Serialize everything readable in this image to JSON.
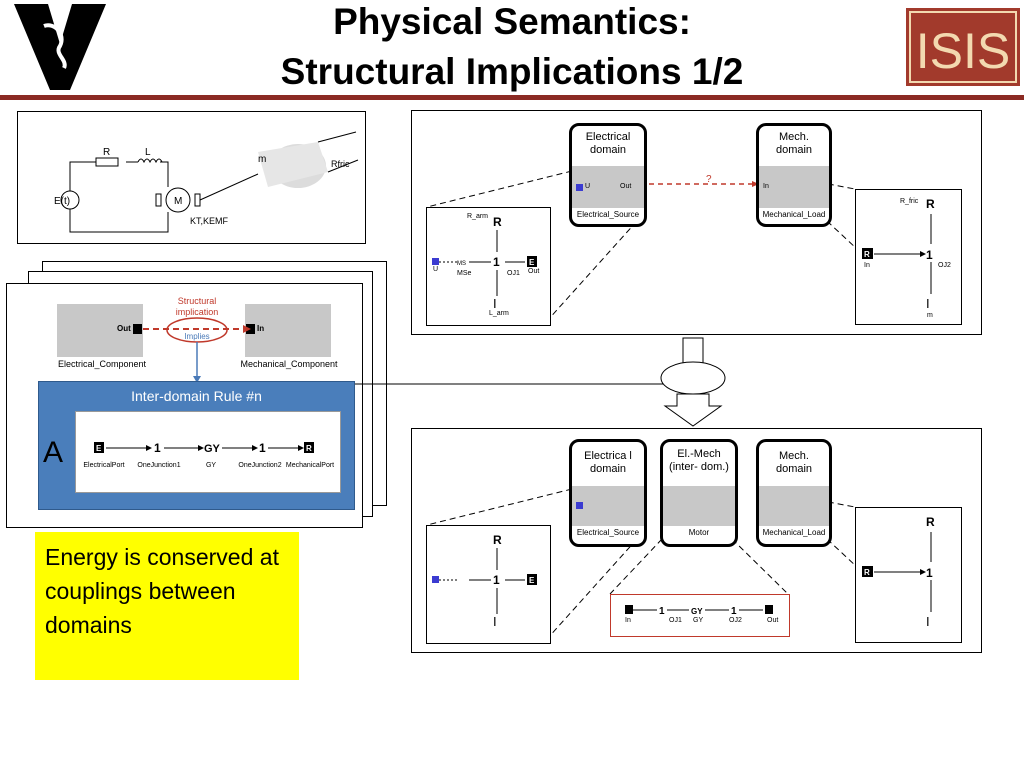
{
  "slide": {
    "title_line1": "Physical Semantics:",
    "title_line2": "Structural Implications 1/2",
    "logo_right_text": "ISIS"
  },
  "circuit": {
    "source_label": "E(t)",
    "r_label": "R",
    "l_label": "L",
    "motor_label": "M",
    "k_label": "KT,KEMF",
    "mass_label": "m",
    "rfric_label": "Rfric"
  },
  "rule_card": {
    "left_port": "Out",
    "right_port": "In",
    "implication_label_1": "Structural",
    "implication_label_2": "implication",
    "implies_label": "Implies",
    "left_component": "Electrical_Component",
    "right_component": "Mechanical_Component",
    "rule_title": "Inter-domain  Rule  #n",
    "rule_letter": "A",
    "chain": [
      "ElectricalPort",
      "OneJunction1",
      "GY",
      "OneJunction2",
      "MechanicalPort"
    ]
  },
  "top_panel": {
    "elec_domain": "Electrical domain",
    "mech_domain": "Mech. domain",
    "question": "?",
    "elec_source": "Electrical_Source",
    "mech_load": "Mechanical_Load",
    "port_u": "U",
    "port_out": "Out",
    "port_in": "In"
  },
  "bottom_panel": {
    "elec_domain": "Electrica l domain",
    "elmech_domain": "El.-Mech (inter- dom.)",
    "mech_domain": "Mech. domain",
    "elec_source": "Electrical_Source",
    "motor": "Motor",
    "mech_load": "Mechanical_Load",
    "chain": [
      "In",
      "OJ1",
      "GY",
      "OJ2",
      "Out"
    ]
  },
  "elec_detail": {
    "r_arm": "R_arm",
    "l_arm": "L_arm",
    "mse": "MSe",
    "oj1": "OJ1",
    "out": "Out",
    "u": "U"
  },
  "mech_detail": {
    "r_fric": "R_fric",
    "in": "In",
    "oj2": "OJ2",
    "m": "m"
  },
  "note": {
    "text": "Energy is conserved at couplings between domains",
    "bg_color": "#ffff00"
  }
}
